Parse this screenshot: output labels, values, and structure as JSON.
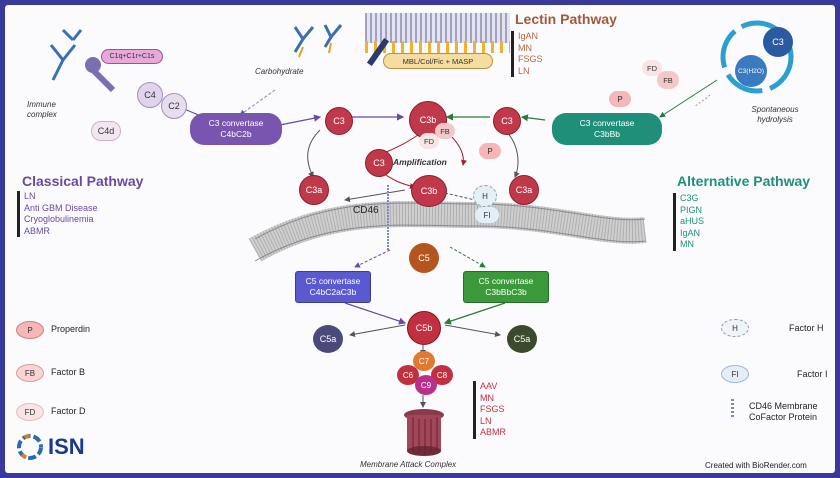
{
  "lectin": {
    "title": "Lectin Pathway",
    "diseases": [
      "IgAN",
      "MN",
      "FSGS",
      "LN"
    ],
    "complex_label": "MBL/Col/Fic + MASP",
    "carbohydrate_label": "Carbohydrate"
  },
  "classical": {
    "title": "Classical Pathway",
    "diseases": [
      "LN",
      "Anti GBM Disease",
      "Cryoglobulinemia",
      "ABMR"
    ],
    "immune_complex_label": "Immune complex",
    "c1_label": "C1q+C1r+C1s",
    "c4_label": "C4",
    "c2_label": "C2",
    "c4d_label": "C4d",
    "c3_convertase": [
      "C3 convertase",
      "C4bC2b"
    ],
    "c5_convertase": [
      "C5 convertase",
      "C4bC2aC3b"
    ]
  },
  "alternative": {
    "title": "Alternative Pathway",
    "diseases": [
      "C3G",
      "PIGN",
      "aHUS",
      "IgAN",
      "MN"
    ],
    "spontaneous_label": "Spontaneous hydrolysis",
    "c3_label": "C3",
    "c3h2o_label": "C3(H2O)",
    "fd_label": "FD",
    "fb_label": "FB",
    "p_label": "P",
    "c3_convertase": [
      "C3 convertase",
      "C3bBb"
    ],
    "c5_convertase": [
      "C5 convertase",
      "C3bBbC3b"
    ]
  },
  "center": {
    "c3_left": "C3",
    "c3_right": "C3",
    "c3b_top": "C3b",
    "c3b_mid": "C3b",
    "c3_amp": "C3",
    "fd": "FD",
    "fb": "FB",
    "p": "P",
    "amplification": "Amplification",
    "c3a_left": "C3a",
    "c3a_right": "C3a",
    "h": "H",
    "fi": "FI",
    "cd46": "CD46",
    "c5": "C5",
    "c5b": "C5b",
    "c5a_left": "C5a",
    "c5a_right": "C5a",
    "c7": "C7",
    "c6": "C6",
    "c8": "C8",
    "c9": "C9",
    "mac_label": "Membrane Attack Complex",
    "mac_diseases": [
      "AAV",
      "MN",
      "FSGS",
      "LN",
      "ABMR"
    ]
  },
  "legend": {
    "left": [
      {
        "badge": "P",
        "label": "Properdin",
        "color": "#f4b6b6"
      },
      {
        "badge": "FB",
        "label": "Factor B",
        "color": "#f8d4d4"
      },
      {
        "badge": "FD",
        "label": "Factor D",
        "color": "#f8e4e4"
      }
    ],
    "right": [
      {
        "badge": "H",
        "label": "Factor H"
      },
      {
        "badge": "FI",
        "label": "Factor I"
      },
      {
        "badge": "",
        "label": "CD46 Membrane CoFactor Protein"
      }
    ]
  },
  "logo": "ISN",
  "credit": "Created with BioRender.com",
  "colors": {
    "classical": "#6b4a9e",
    "lectin": "#a2593a",
    "alternative": "#1f8f7a",
    "c3_red": "#c0394a",
    "c5_orange": "#b5541f",
    "frame": "#3a3a9a"
  }
}
